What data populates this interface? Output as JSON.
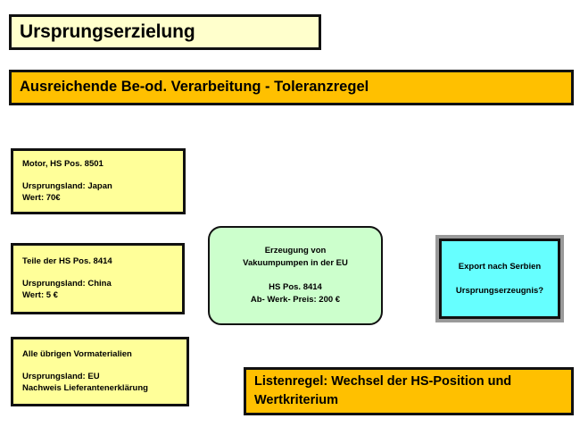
{
  "slide": {
    "title": {
      "text": "Ursprungserzielung",
      "bg": "#FFFFCC",
      "border": "#111111"
    },
    "header": {
      "text": "Ausreichende Be-od. Verarbeitung - Toleranzregel",
      "bg": "#FFC000",
      "border": "#111111"
    },
    "materials": [
      {
        "name": "motor",
        "bg": "#FFFF99",
        "line1": "Motor, HS Pos. 8501",
        "line2": "Ursprungsland: Japan",
        "line3": "Wert: 70€"
      },
      {
        "name": "teile",
        "bg": "#FFFF99",
        "line1": "Teile der HS Pos. 8414",
        "line2": "Ursprungsland: China",
        "line3": "Wert: 5 €"
      },
      {
        "name": "uebrige-vormaterialien",
        "bg": "#FFFF99",
        "line1": "Alle übrigen Vormaterialien",
        "line2": "Ursprungsland: EU",
        "line3": "Nachweis Lieferantenerklärung"
      }
    ],
    "production": {
      "bg": "#CCFFCC",
      "line1": "Erzeugung von",
      "line2": "Vakuumpumpen in der EU",
      "line3": "HS Pos. 8414",
      "line4": "Ab- Werk- Preis: 200 €"
    },
    "export": {
      "bg": "#66FFFF",
      "frame": "#9A9A9A",
      "line1": "Export nach Serbien",
      "line2": "Ursprungserzeugnis?"
    },
    "rule": {
      "bg": "#FFC000",
      "line1": "Listenregel: Wechsel der HS-Position und",
      "line2": "Wertkriterium"
    }
  }
}
